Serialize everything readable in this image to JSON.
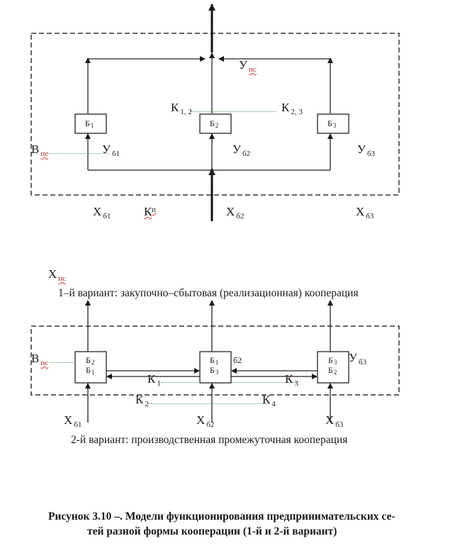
{
  "diagram1": {
    "variant_caption": "1–й вариант: закупочно–сбытовая (реализационная) кооперация",
    "blocks": [
      {
        "main": "Б",
        "sub": "1"
      },
      {
        "main": "Б",
        "sub": "2"
      },
      {
        "main": "Б",
        "sub": "3"
      }
    ],
    "labels": {
      "y_ps": {
        "main": "У",
        "sub": "пс"
      },
      "k12": {
        "main": "К",
        "sub": "1, 2"
      },
      "k23": {
        "main": "К",
        "sub": "2, 3"
      },
      "v_ps": {
        "main": "В",
        "sub": "пс"
      },
      "y_b1": {
        "main": "У",
        "sub": "б1"
      },
      "y_b2": {
        "main": "У",
        "sub": "б2"
      },
      "y_b3": {
        "main": "У",
        "sub": "б3"
      },
      "x_b1": {
        "main": "Х",
        "sub": "б1"
      },
      "k_p": {
        "main": "К",
        "sup": "п"
      },
      "x_b2": {
        "main": "Х",
        "sub": "б2"
      },
      "x_b3": {
        "main": "Х",
        "sub": "б3"
      },
      "x_ps": {
        "main": "Х",
        "sub": "пс"
      }
    }
  },
  "diagram2": {
    "variant_caption": "2-й вариант: производственная промежуточная кооперация",
    "blocks": [
      {
        "top": {
          "main": "Б",
          "sub": "2"
        },
        "bottom": {
          "main": "Б",
          "sub": "1"
        }
      },
      {
        "top": {
          "main": "Б",
          "sub": "1"
        },
        "bottom": {
          "main": "Б",
          "sub": "3"
        }
      },
      {
        "top": {
          "main": "Б",
          "sub": "3"
        },
        "bottom": {
          "main": "Б",
          "sub": "2"
        }
      }
    ],
    "labels": {
      "v_ps": {
        "main": "В",
        "sub": "пс"
      },
      "b2_side": "б2",
      "y_b3": {
        "main": "У",
        "sub": "б3"
      },
      "k1": {
        "main": "К",
        "sub": "1"
      },
      "k2": {
        "main": "К",
        "sub": "2"
      },
      "k3": {
        "main": "К",
        "sub": "3"
      },
      "k4": {
        "main": "К",
        "sub": "4"
      },
      "x_b1": {
        "main": "Х",
        "sub": "б1"
      },
      "x_b2": {
        "main": "Х",
        "sub": "б2"
      },
      "x_b3": {
        "main": "Х",
        "sub": "б3"
      }
    }
  },
  "figure_caption": {
    "line1": "Рисунок 3.10 –. Модели функционирования предпринимательских се-",
    "line2": "тей разной формы кооперации (1-й  и  2-й вариант)"
  }
}
